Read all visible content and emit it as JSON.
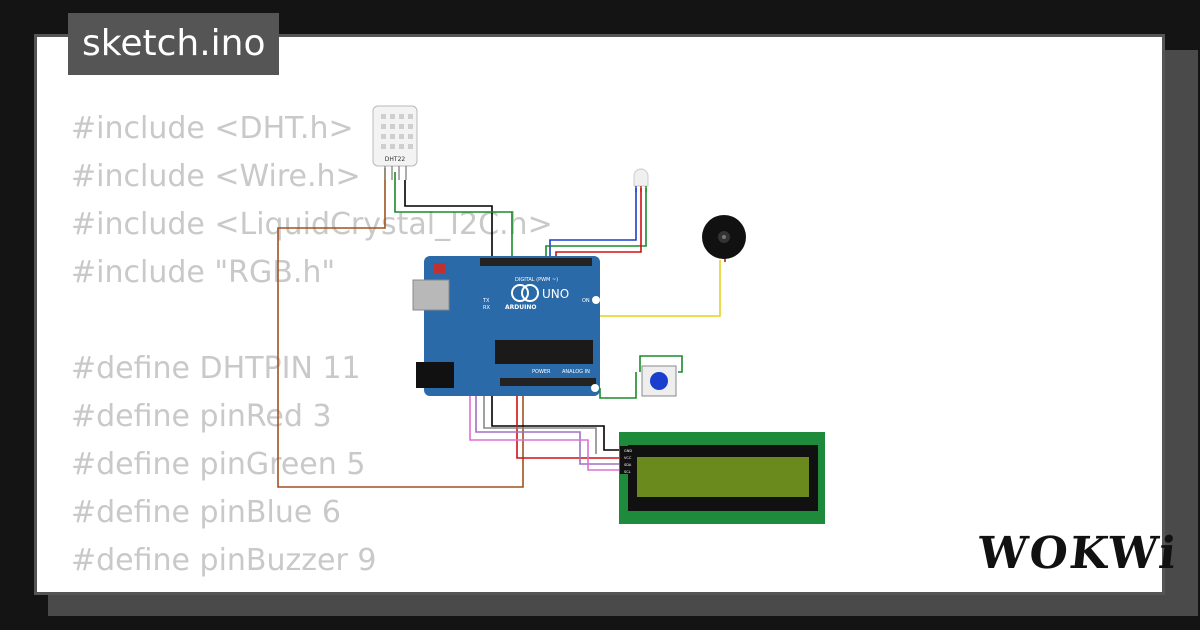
{
  "tab": {
    "filename": "sketch.ino"
  },
  "code_lines": [
    "#include <DHT.h>",
    "#include <Wire.h>",
    "#include <LiquidCrystal_I2C.h>",
    "#include \"RGB.h\"",
    "",
    "#define DHTPIN 11",
    "#define pinRed 3",
    "#define pinGreen 5",
    "#define pinBlue 6",
    "#define pinBuzzer 9"
  ],
  "components": {
    "dht_label": "DHT22",
    "arduino_brand": "ARDUINO",
    "arduino_model": "UNO",
    "digital_label": "DIGITAL (PWM ~)",
    "power_label": "POWER",
    "analog_label": "ANALOG IN",
    "on_label": "ON",
    "tx_label": "TX",
    "rx_label": "RX",
    "lcd_pins": [
      "GND",
      "VCC",
      "SDA",
      "SCL"
    ]
  },
  "brand": {
    "logo_text": "WOKWi"
  },
  "colors": {
    "board": "#2a6aa8",
    "lcd_pcb": "#1e8a3c",
    "lcd_screen": "#6b8a1e",
    "button_cap": "#1a3fcf",
    "code_text": "#c9c9c9"
  }
}
